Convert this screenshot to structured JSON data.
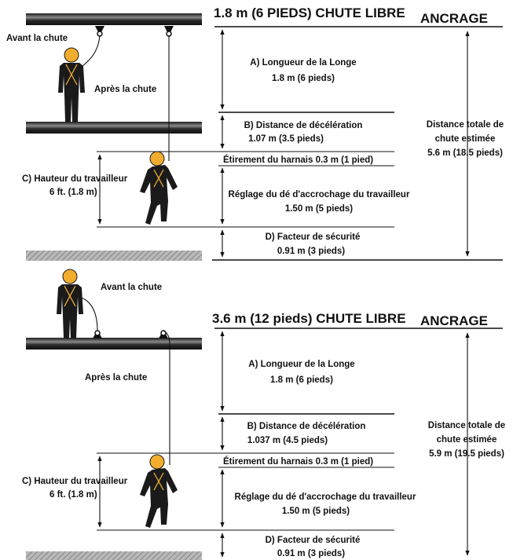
{
  "colors": {
    "ink": "#111111",
    "helmet": "#f2ad2e",
    "beam_dark": "#1c1c1c",
    "beam_highlight": "#8a8a8a",
    "ground": "#9a9a9a"
  },
  "icons": {
    "person": "worker-figure",
    "anchor": "anchor-ring",
    "ground": "hatched-ground"
  },
  "panels": [
    {
      "title": "1.8 m (6 PIEDS) CHUTE LIBRE",
      "anchorage": "ANCRAGE",
      "before_fall": "Avant la chute",
      "after_fall": "Après la chute",
      "a_title": "A)  Longueur de la Longe",
      "a_value": "1.8 m (6 pieds)",
      "b_title": "B) Distance de décélération",
      "b_value": "1.07 m (3.5 pieds)",
      "harness_stretch": "Étirement du harnais 0.3 m (1 pied)",
      "c_title": "C) Hauteur du travailleur",
      "c_value": "6 ft. (1.8 m)",
      "dring_title": "Réglage du dé d'accrochage du travailleur",
      "dring_value": "1.50 m (5 pieds)",
      "d_title": "D) Facteur de sécurité",
      "d_value": "0.91 m (3 pieds)",
      "total_line1": "Distance totale de",
      "total_line2": "chute estimée",
      "total_line3": "5.6 m (18.5 pieds)"
    },
    {
      "title": "3.6 m (12 pieds) CHUTE LIBRE",
      "anchorage": "ANCRAGE",
      "before_fall": "Avant la chute",
      "after_fall": "Après la chute",
      "a_title": "A)  Longueur de la Longe",
      "a_value": "1.8 m (6 pieds)",
      "b_title": "B) Distance de décélération",
      "b_value": "1.037 m (4.5 pieds)",
      "harness_stretch": "Étirement du harnais 0.3 m (1 pied)",
      "c_title": "C) Hauteur du travailleur",
      "c_value": "6 ft. (1.8 m)",
      "dring_title": "Réglage du dé d'accrochage du travailleur",
      "dring_value": "1.50 m (5 pieds)",
      "d_title": "D) Facteur de sécurité",
      "d_value": "0.91 m (3 pieds)",
      "total_line1": "Distance totale de",
      "total_line2": "chute estimée",
      "total_line3": "5.9 m (19.5 pieds)"
    }
  ]
}
